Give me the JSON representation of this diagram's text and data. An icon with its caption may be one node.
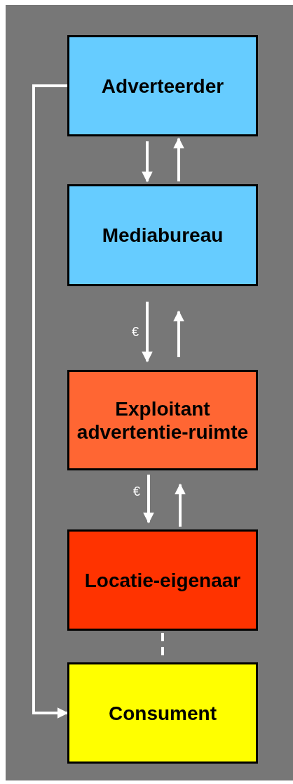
{
  "diagram": {
    "nodes": [
      {
        "text": [
          "Adverteerder"
        ]
      },
      {
        "text": [
          "Mediabureau"
        ]
      },
      {
        "text": [
          "Exploitant advertentie-ruimte"
        ]
      },
      {
        "text": [
          "Locatie-eigenaar"
        ]
      },
      {
        "text": [
          "Consument"
        ]
      }
    ],
    "edges": [
      {
        "from": 0,
        "to": 1,
        "arrow": "to"
      },
      {
        "from": 1,
        "to": 0,
        "arrow": "to"
      },
      {
        "from": 1,
        "to": 2,
        "arrow": "to",
        "label": "€"
      },
      {
        "from": 2,
        "to": 1,
        "arrow": "to"
      },
      {
        "from": 2,
        "to": 3,
        "arrow": "to",
        "label": "€"
      },
      {
        "from": 3,
        "to": 2,
        "arrow": "to"
      },
      {
        "from": 3,
        "to": 4,
        "arrow": "none",
        "style": "dashed"
      },
      {
        "from": 0,
        "to": 4,
        "arrow": "to"
      }
    ]
  }
}
